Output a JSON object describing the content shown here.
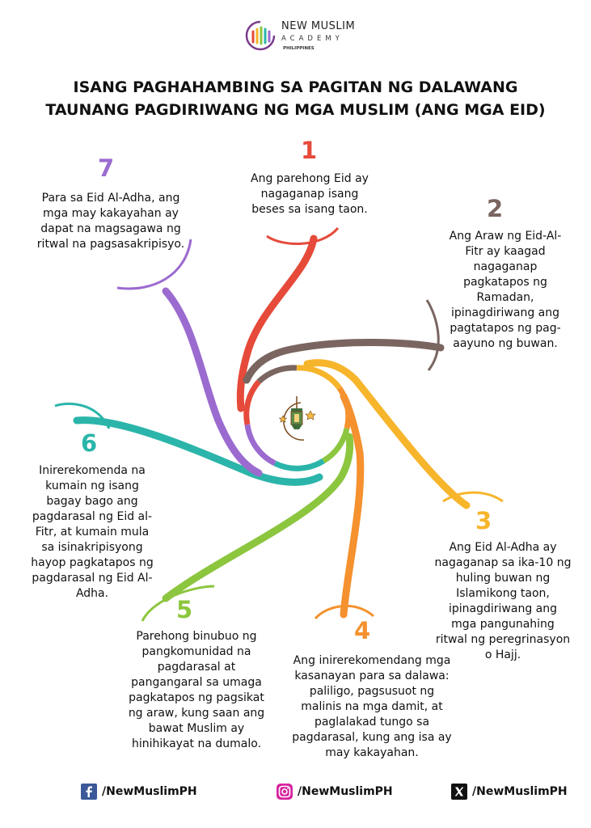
{
  "header": {
    "logo": {
      "name": "NEW MUSLIM",
      "subtitle": "ACADEMY",
      "country": "PHILIPPINES"
    },
    "title_line1": "ISANG PAGHAHAMBING SA PAGITAN NG DALAWANG",
    "title_line2": "TAUNANG PAGDIRIWANG NG MGA MUSLIM (ANG MGA EID)"
  },
  "colors": {
    "1": "#e64a3a",
    "2": "#7a6560",
    "3": "#f7b52c",
    "4": "#f5912e",
    "5": "#8cc63f",
    "6": "#2bb5aa",
    "7": "#9b6bd0",
    "center_icon": "#f4b942"
  },
  "center_icon": "crescent-moon-lantern-icon",
  "points": [
    {
      "number": "1",
      "lines": [
        "Ang parehong Eid ay",
        "nagaganap isang",
        "beses sa isang taon."
      ]
    },
    {
      "number": "2",
      "lines": [
        "Ang Araw ng Eid-Al-",
        "Fitr ay kaagad",
        "nagaganap",
        "pagkatapos ng",
        "Ramadan,",
        "ipinagdiriwang ang",
        "pagtatapos ng pag-",
        "aayuno ng buwan."
      ]
    },
    {
      "number": "3",
      "lines": [
        "Ang Eid Al-Adha ay",
        "nagaganap sa ika-10 ng",
        "huling buwan ng",
        "Islamikong taon,",
        "ipinagdiriwang ang",
        "mga pangunahing",
        "ritwal ng peregrinasyon",
        "o Hajj."
      ]
    },
    {
      "number": "4",
      "lines": [
        "Ang inirerekomendang mga",
        "kasanayan para sa dalawa:",
        "paliligo, pagsusuot ng",
        "malinis na mga damit, at",
        "paglalakad tungo sa",
        "pagdarasal, kung ang isa ay",
        "may kakayahan."
      ]
    },
    {
      "number": "5",
      "lines": [
        "Parehong binubuo ng",
        "pangkomunidad na",
        "pagdarasal at",
        "pangangaral sa umaga",
        "pagkatapos ng pagsikat",
        "ng araw, kung saan ang",
        "bawat Muslim ay",
        "hinihikayat na dumalo."
      ]
    },
    {
      "number": "6",
      "lines": [
        "Inirerekomenda na",
        "kumain ng isang",
        "bagay bago ang",
        "pagdarasal ng Eid al-",
        "Fitr, at kumain mula",
        "sa isinakripisyong",
        "hayop pagkatapos ng",
        "pagdarasal ng Eid Al-",
        "Adha."
      ]
    },
    {
      "number": "7",
      "lines": [
        "Para sa Eid Al-Adha, ang",
        "mga may kakayahan ay",
        "dapat na magsagawa ng",
        "ritwal na pagsasakripisyo."
      ]
    }
  ],
  "footer": {
    "facebook": {
      "icon": "facebook-icon",
      "handle": "/NewMuslimPH"
    },
    "instagram": {
      "icon": "instagram-icon",
      "handle": "/NewMuslimPH"
    },
    "x": {
      "icon": "x-icon",
      "handle": "/NewMuslimPH"
    }
  }
}
